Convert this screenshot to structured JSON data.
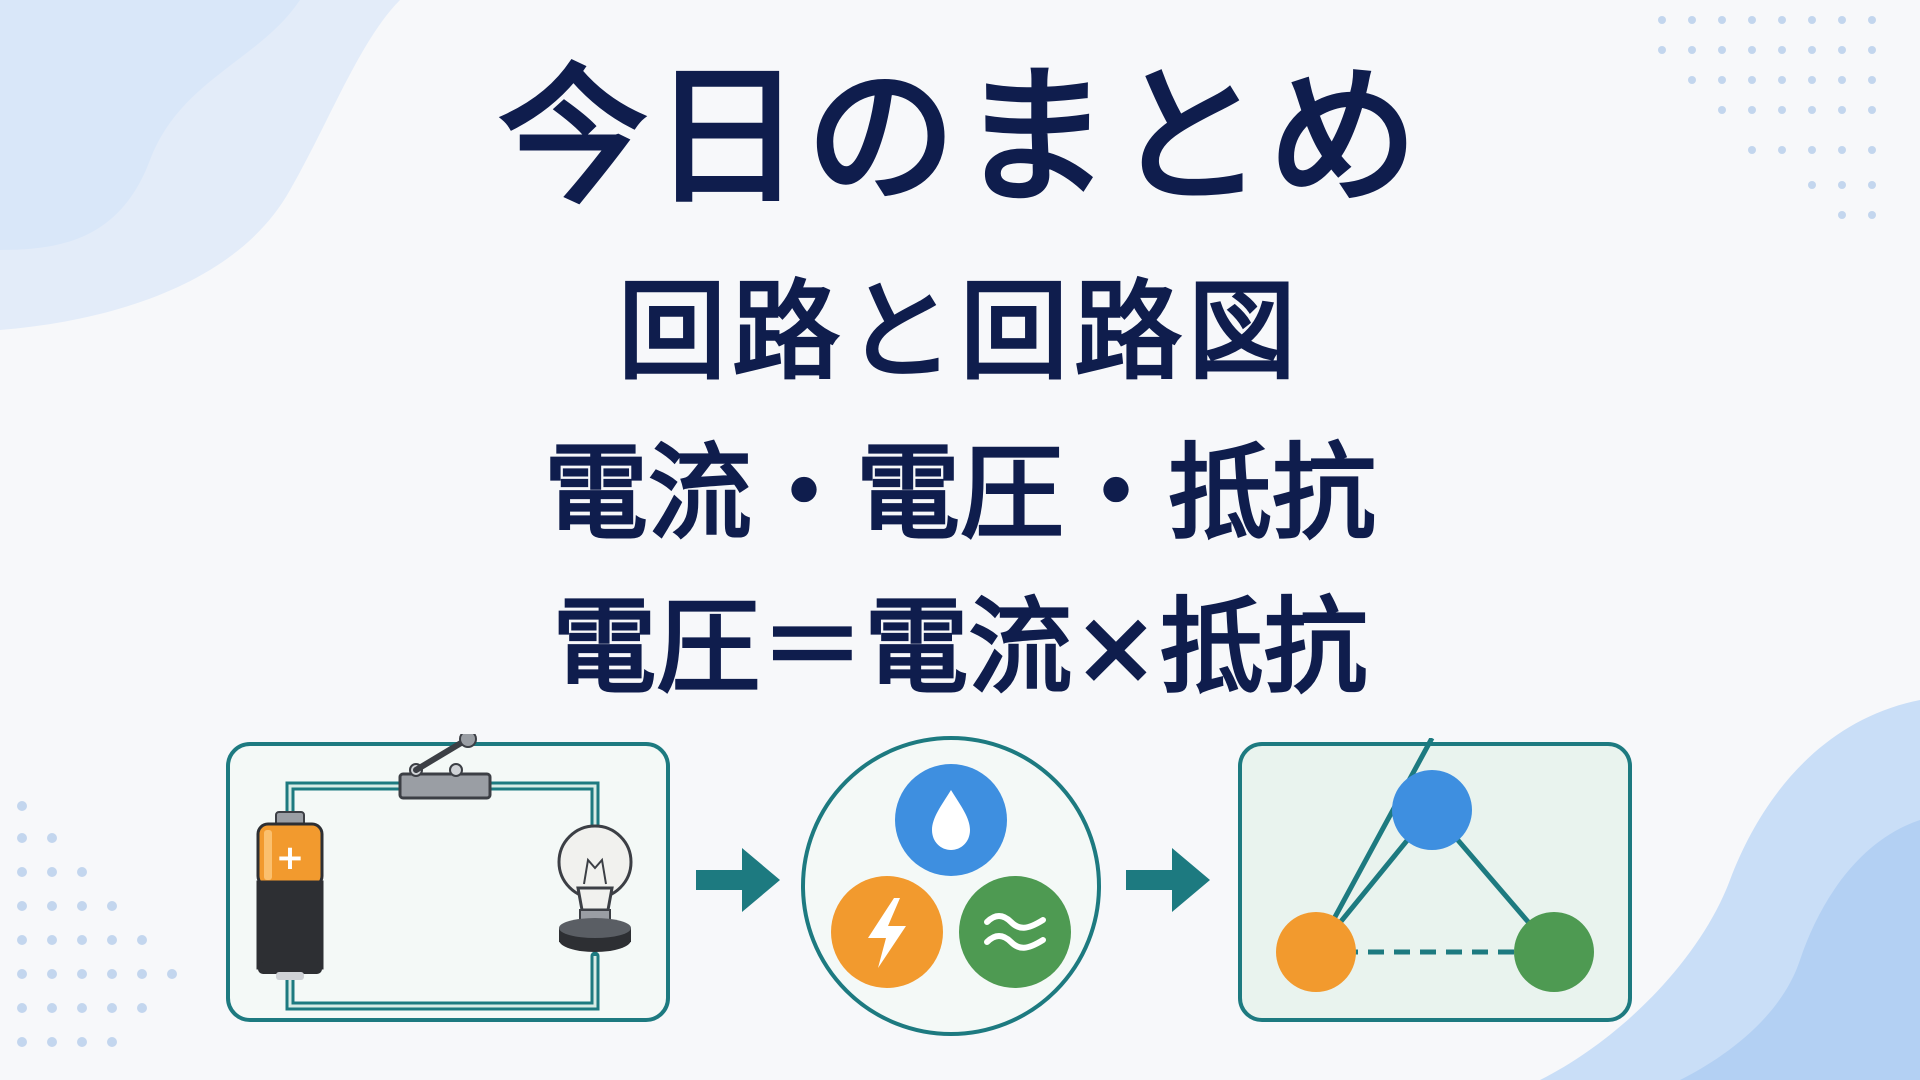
{
  "slide": {
    "title": "今日のまとめ",
    "points": [
      "回路と回路図",
      "電流・電圧・抵抗",
      "電圧＝電流×抵抗"
    ]
  },
  "colors": {
    "navy": "#0f1d4d",
    "teal": "#1d7a80",
    "blue": "#3e8fe0",
    "orange": "#f29a2e",
    "green": "#4e9a52",
    "decor_blue": "#bcd6f5"
  },
  "icons": [
    "battery-icon",
    "switch-icon",
    "light-bulb-icon",
    "arrow-right-icon",
    "water-drop-icon",
    "lightning-icon",
    "wave-icon",
    "triangle-diagram-icon"
  ]
}
